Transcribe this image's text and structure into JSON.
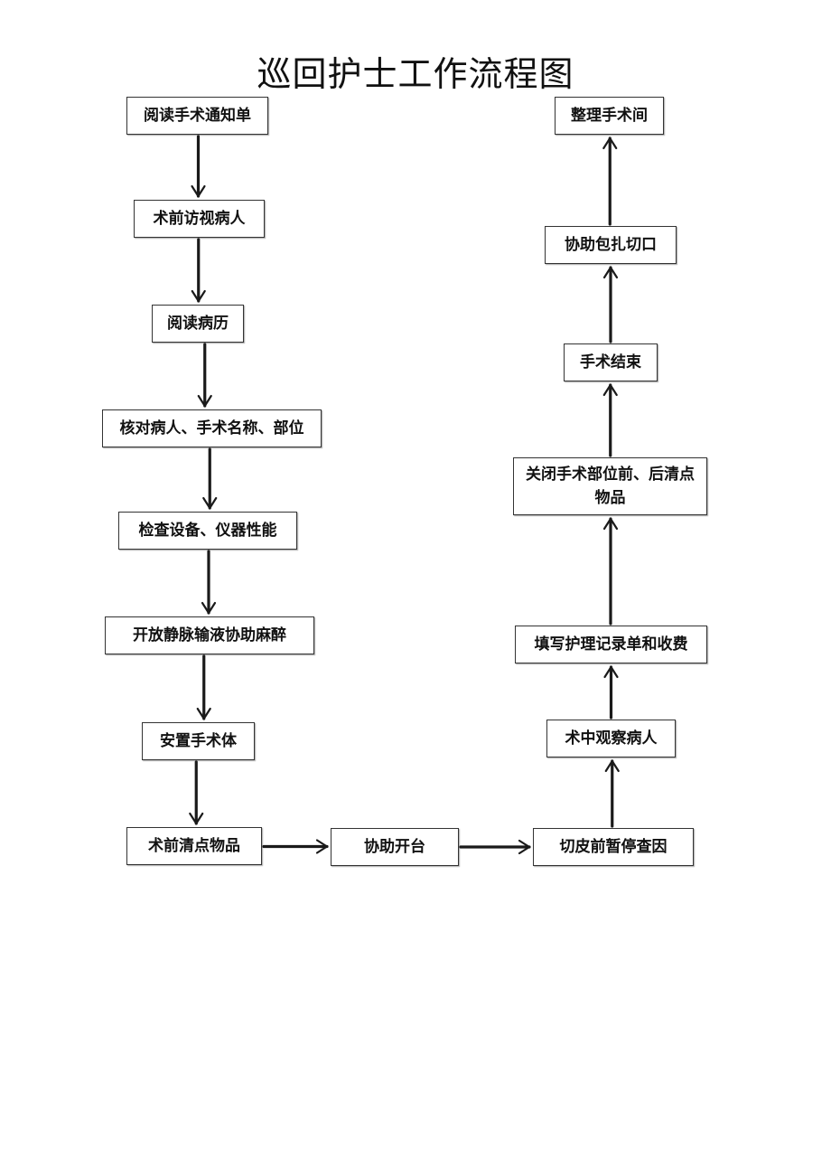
{
  "title": "巡回护士工作流程图",
  "colors": {
    "line": "#1a1a1a",
    "box_border": "#333333",
    "text": "#111111"
  },
  "steps": [
    {
      "id": "s1",
      "label": "阅读手术通知单"
    },
    {
      "id": "s2",
      "label": "术前访视病人"
    },
    {
      "id": "s3",
      "label": "阅读病历"
    },
    {
      "id": "s4",
      "label": "核对病人、手术名称、部位"
    },
    {
      "id": "s5",
      "label": "检查设备、仪器性能"
    },
    {
      "id": "s6",
      "label": "开放静脉输液协助麻醉"
    },
    {
      "id": "s7",
      "label": "安置手术体"
    },
    {
      "id": "s8",
      "label": "术前清点物品"
    },
    {
      "id": "s9",
      "label": "协助开台"
    },
    {
      "id": "s10",
      "label": "切皮前暂停查因"
    },
    {
      "id": "s11",
      "label": "术中观察病人"
    },
    {
      "id": "s12",
      "label": "填写护理记录单和收费"
    },
    {
      "id": "s13",
      "label": "关闭手术部位前、后清点物品"
    },
    {
      "id": "s14",
      "label": "手术结束"
    },
    {
      "id": "s15",
      "label": "协助包扎切口"
    },
    {
      "id": "s16",
      "label": "整理手术间"
    }
  ],
  "edges": [
    {
      "from": "s1",
      "to": "s2"
    },
    {
      "from": "s2",
      "to": "s3"
    },
    {
      "from": "s3",
      "to": "s4"
    },
    {
      "from": "s4",
      "to": "s5"
    },
    {
      "from": "s5",
      "to": "s6"
    },
    {
      "from": "s6",
      "to": "s7"
    },
    {
      "from": "s7",
      "to": "s8"
    },
    {
      "from": "s8",
      "to": "s9"
    },
    {
      "from": "s9",
      "to": "s10"
    },
    {
      "from": "s10",
      "to": "s11"
    },
    {
      "from": "s11",
      "to": "s12"
    },
    {
      "from": "s12",
      "to": "s13"
    },
    {
      "from": "s13",
      "to": "s14"
    },
    {
      "from": "s14",
      "to": "s15"
    },
    {
      "from": "s15",
      "to": "s16"
    }
  ]
}
